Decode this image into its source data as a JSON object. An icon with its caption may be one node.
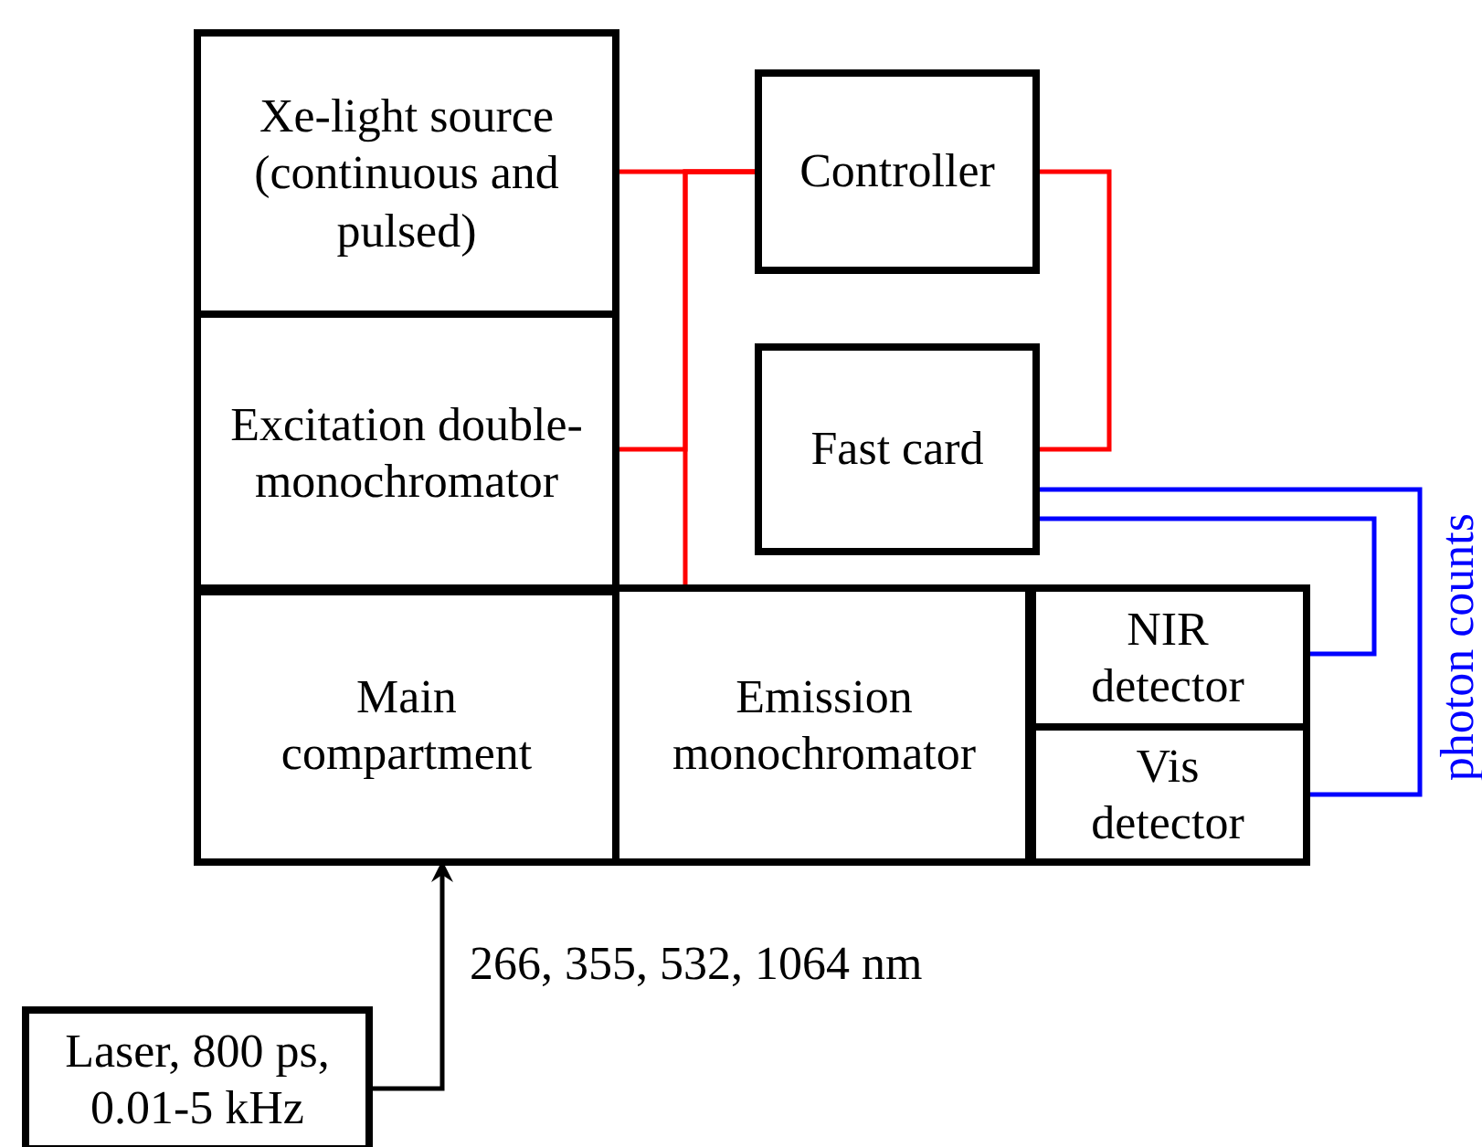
{
  "diagram": {
    "nodes": [
      {
        "text": [
          "Xe-light source (continuous and pulsed)"
        ]
      },
      {
        "text": [
          "Excitation double-monochromator"
        ]
      },
      {
        "text": [
          "Controller"
        ]
      },
      {
        "text": [
          "Fast card"
        ]
      },
      {
        "text": [
          "Main compartment"
        ]
      },
      {
        "text": [
          "Emission monochromator"
        ]
      },
      {
        "text": [
          "NIR detector"
        ]
      },
      {
        "text": [
          "Vis detector"
        ]
      },
      {
        "text": [
          "Laser, 800 ps, 0.01-5 kHz"
        ]
      }
    ],
    "edges": [
      {
        "from": 0,
        "to": 2,
        "arrow": "none",
        "color": "#ff0000"
      },
      {
        "from": 1,
        "to": 2,
        "arrow": "none",
        "color": "#ff0000"
      },
      {
        "from": 5,
        "to": 2,
        "arrow": "none",
        "color": "#ff0000"
      },
      {
        "from": 2,
        "to": 3,
        "arrow": "none",
        "color": "#ff0000"
      },
      {
        "from": 3,
        "to": 7,
        "arrow": "none",
        "color": "#0000ff"
      },
      {
        "from": 3,
        "to": 6,
        "arrow": "none",
        "color": "#0000ff"
      },
      {
        "from": 8,
        "to": 4,
        "label": "266, 355, 532, 1064 nm",
        "arrow": "to",
        "color": "#000000"
      }
    ],
    "labels": [
      "photon counts"
    ]
  }
}
